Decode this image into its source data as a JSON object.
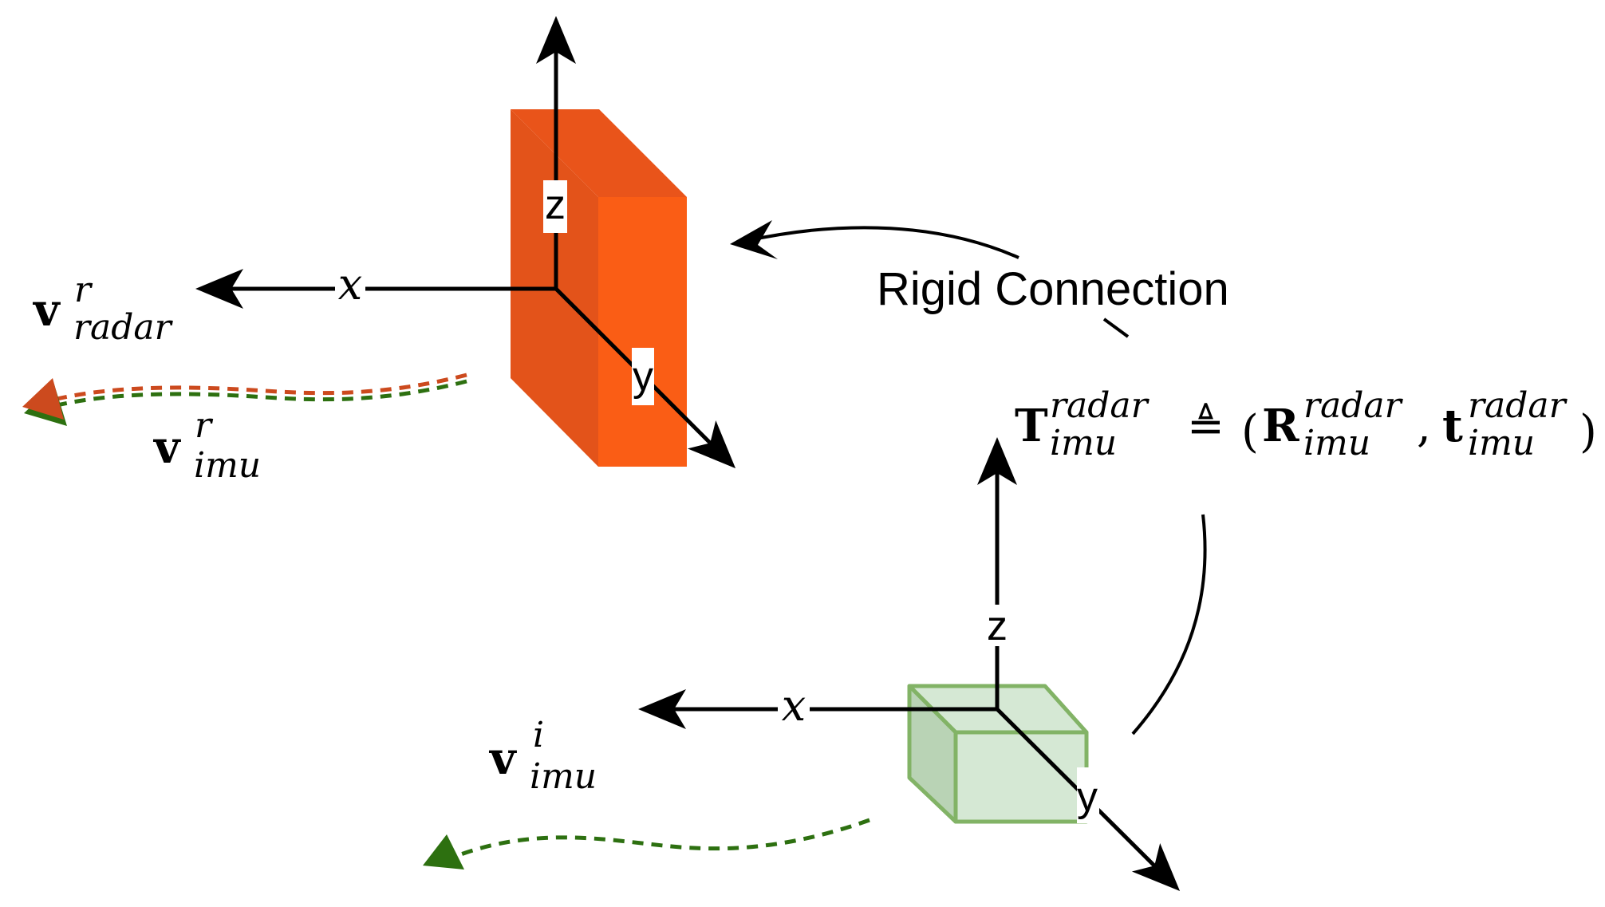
{
  "colors": {
    "radar_front": "#fa5d15",
    "radar_side": "#e3531a",
    "radar_top": "#e9541a",
    "imu_fill": "#d5e8d4",
    "imu_shade": "#b9d3b5",
    "imu_stroke": "#82b366",
    "radar_trail": "#cc4a1e",
    "imu_trail": "#2d7010",
    "axis": "#000000"
  },
  "icons": {
    "radar_sensor": "orange-box-icon",
    "imu_sensor": "green-box-icon"
  },
  "radar_frame": {
    "x_label": "x",
    "y_label": "y",
    "z_label": "z"
  },
  "imu_frame": {
    "x_label": "x",
    "y_label": "y",
    "z_label": "z"
  },
  "connection": {
    "label": "Rigid Connection"
  },
  "velocities": {
    "v_radar_r": {
      "symbol": "v",
      "sup": "r",
      "sub": "radar"
    },
    "v_imu_r": {
      "symbol": "v",
      "sup": "r",
      "sub": "imu"
    },
    "v_imu_i": {
      "symbol": "v",
      "sup": "i",
      "sub": "imu"
    }
  },
  "transform": {
    "T": "T",
    "T_sup": "radar",
    "T_sub": "imu",
    "defeq": "≜",
    "lparen": "(",
    "R": "R",
    "R_sup": "radar",
    "R_sub": "imu",
    "comma": ",",
    "t": "t",
    "t_sup": "radar",
    "t_sub": "imu",
    "rparen": ")"
  }
}
